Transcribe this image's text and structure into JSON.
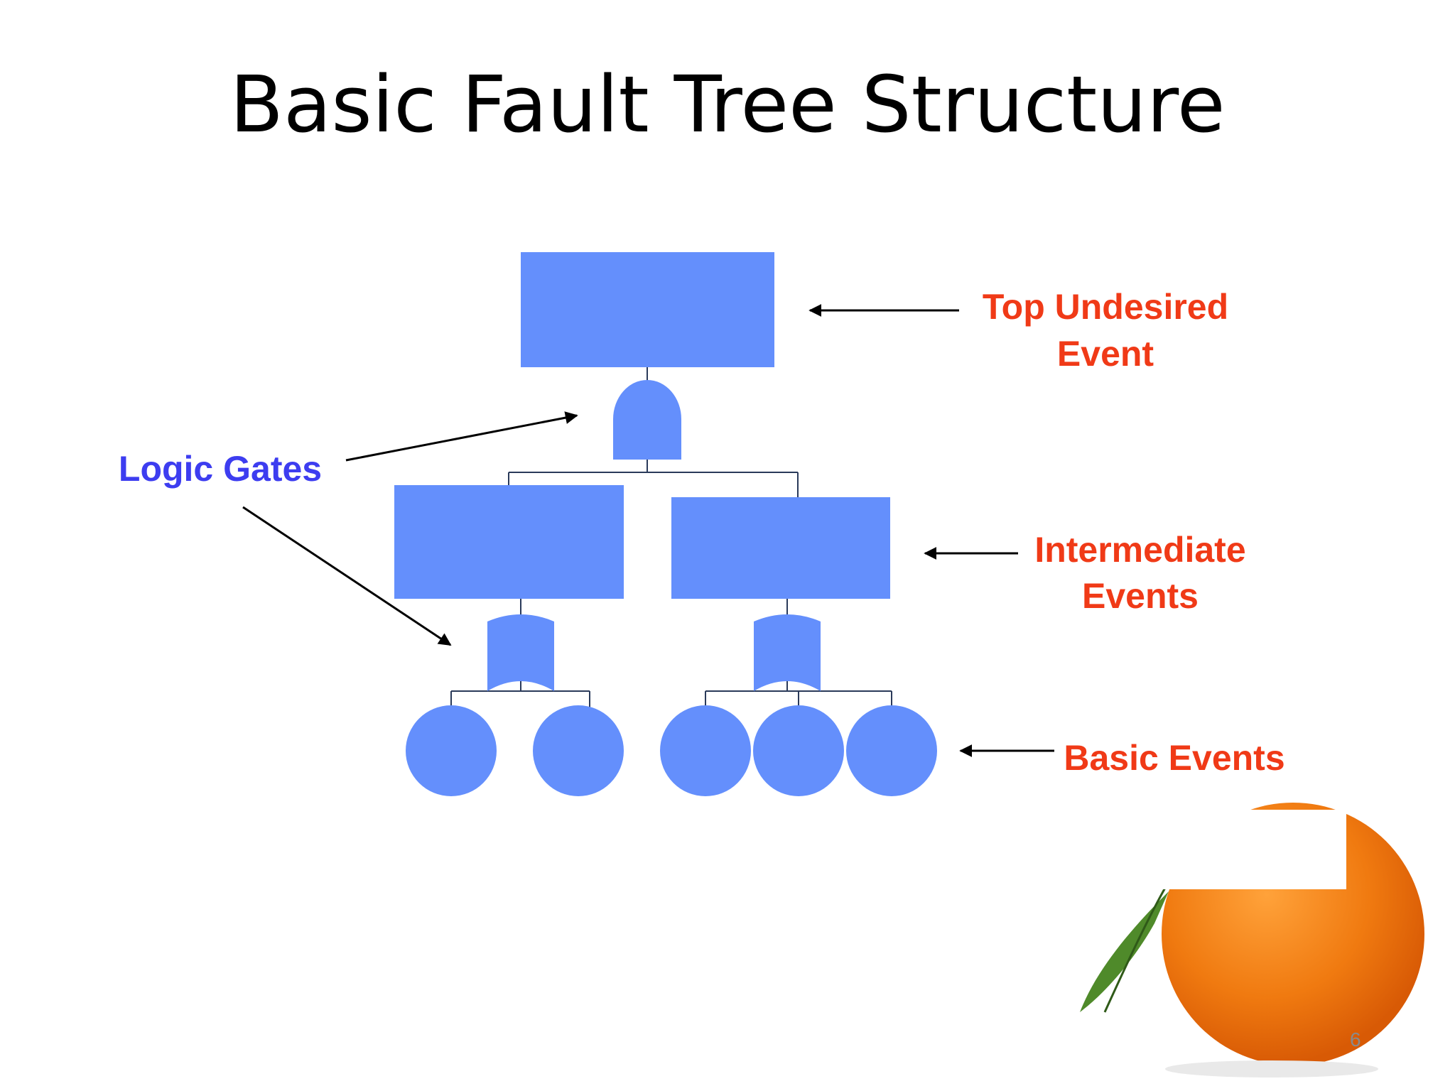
{
  "slide": {
    "title": "Basic Fault Tree Structure",
    "page_number": "6"
  },
  "labels": {
    "top_event_line1": "Top Undesired",
    "top_event_line2": "Event",
    "intermediate_line1": "Intermediate",
    "intermediate_line2": "Events",
    "basic_events": "Basic Events",
    "logic_gates": "Logic Gates"
  },
  "colors": {
    "shape_fill": "#648ffc",
    "red_label": "#f03a17",
    "blue_label": "#3d3df0",
    "connector": "#2a3a5a"
  },
  "decoration": {
    "orange_image": "orange-fruit"
  }
}
